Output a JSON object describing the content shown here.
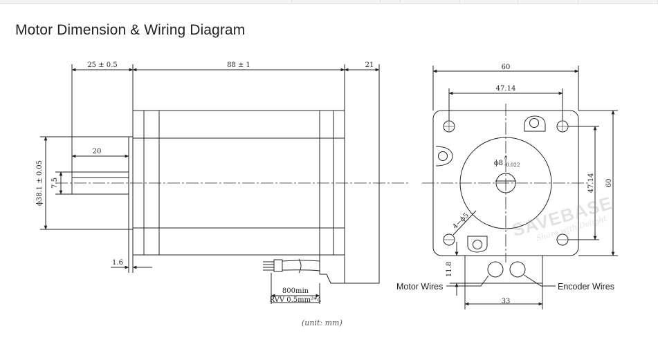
{
  "title": "Motor Dimension & Wiring Diagram",
  "side_view": {
    "dim_shaft_length": "25 ± 0.5",
    "dim_body_length": "88 ± 1",
    "dim_rear_length": "21",
    "dim_shaft_flat": "20",
    "dim_pilot_diameter": "ϕ38.1 ± 0.05",
    "dim_shaft_flat_depth": "7.5",
    "dim_flange_thickness": "1.6",
    "dim_cable_length": "800min",
    "cable_spec": "RVV 0.5mm²*4"
  },
  "front_view": {
    "dim_width": "60",
    "dim_hole_spacing_h": "47.14",
    "dim_hole_spacing_v": "47.14",
    "dim_height": "60",
    "shaft_diameter_base": "ϕ8",
    "shaft_tol_upper": "0",
    "shaft_tol_lower": "-0.022",
    "hole_callout": "4−ϕ5",
    "dim_connector_height": "11.8",
    "dim_connector_width": "33",
    "motor_wires_label": "Motor Wires",
    "encoder_wires_label": "Encoder Wires"
  },
  "watermark": {
    "brand": "SAVEBASE",
    "tagline": "Share with Delight"
  },
  "unit_note": "(unit: mm)"
}
